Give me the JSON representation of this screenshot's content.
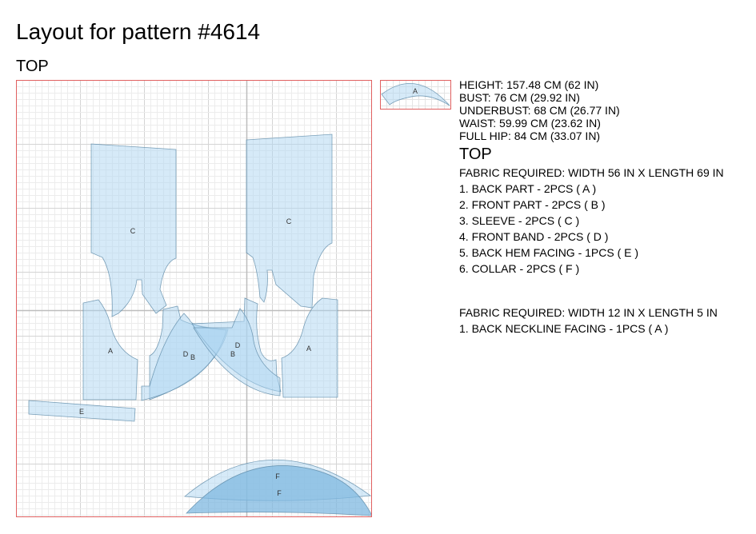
{
  "title": "Layout for pattern #4614",
  "section": "TOP",
  "measurements": [
    "HEIGHT: 157.48 CM (62 IN)",
    "BUST: 76 CM (29.92 IN)",
    "UNDERBUST: 68 CM (26.77 IN)",
    "WAIST: 59.99 CM (23.62 IN)",
    "FULL HIP: 84 CM (33.07 IN)"
  ],
  "group_title": "TOP",
  "layouts": [
    {
      "fabric": "FABRIC REQUIRED: WIDTH 56 IN X LENGTH 69 IN",
      "pieces": [
        "1. BACK PART - 2PCS ( A )",
        "2. FRONT PART - 2PCS ( B )",
        "3. SLEEVE - 2PCS ( C )",
        "4. FRONT BAND - 2PCS ( D )",
        "5. BACK HEM FACING - 1PCS ( E )",
        "6. COLLAR - 2PCS ( F )"
      ]
    },
    {
      "fabric": "FABRIC REQUIRED: WIDTH 12 IN X LENGTH 5 IN",
      "pieces": [
        "1. BACK NECKLINE FACING - 1PCS ( A )"
      ]
    }
  ],
  "piece_labels": {
    "a": "A",
    "b": "B",
    "c": "C",
    "d": "D",
    "e": "E",
    "f": "F"
  },
  "colors": {
    "piece_fill": "#aed6f1",
    "border": "#e06060",
    "grid": "#d0d0d0"
  }
}
